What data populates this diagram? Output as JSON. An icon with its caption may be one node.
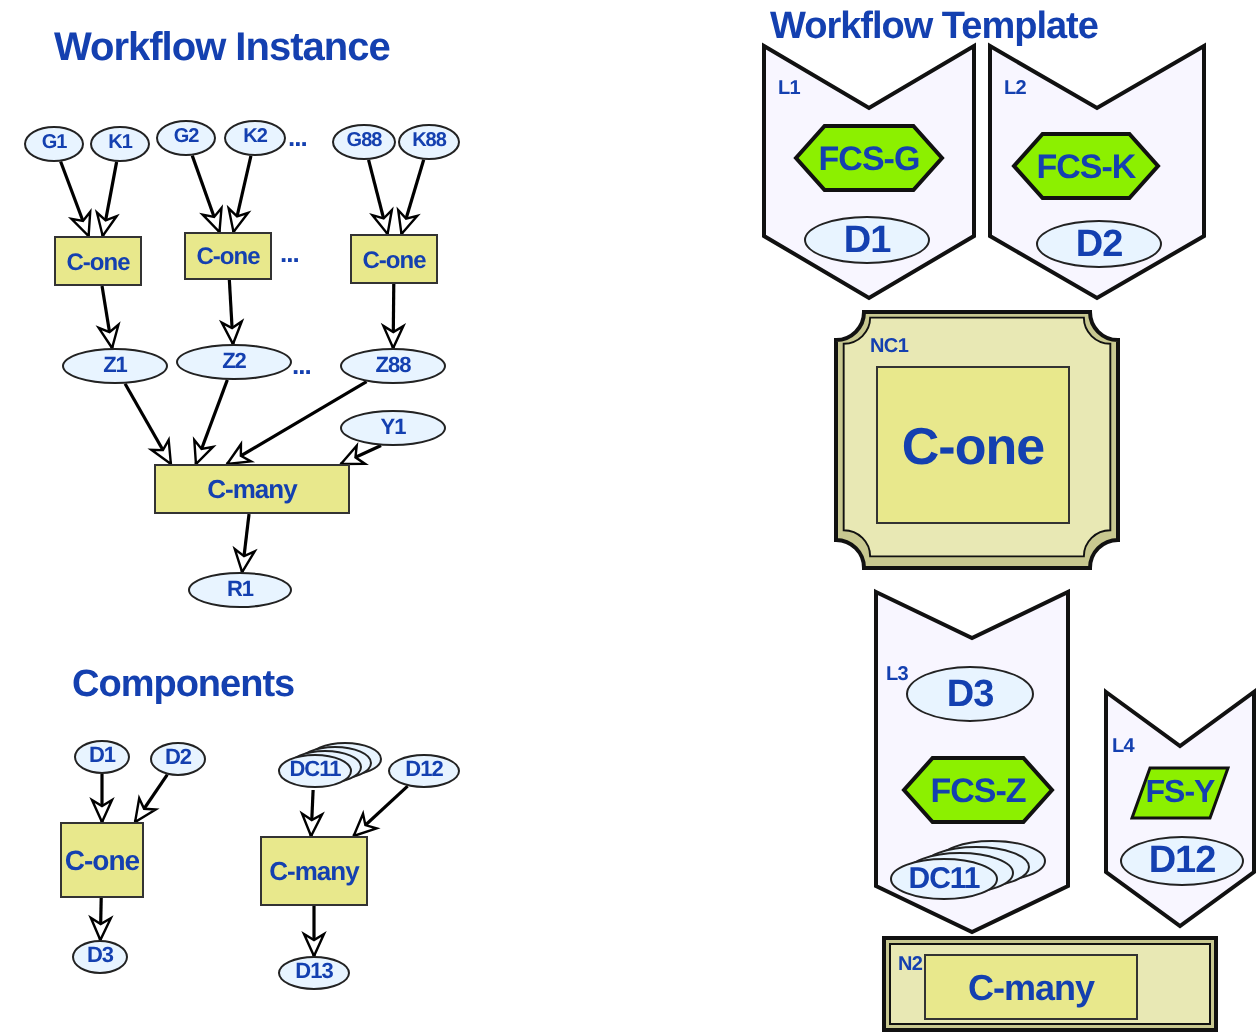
{
  "diagram": {
    "nodes": [
      {
        "text": [
          "G1"
        ]
      },
      {
        "text": [
          "K1"
        ]
      },
      {
        "text": [
          "G2"
        ]
      },
      {
        "text": [
          "K2"
        ]
      },
      {
        "text": [
          "G88"
        ]
      },
      {
        "text": [
          "K88"
        ]
      },
      {
        "text": [
          "C-one"
        ]
      },
      {
        "text": [
          "C-one"
        ]
      },
      {
        "text": [
          "C-one"
        ]
      },
      {
        "text": [
          "Z1"
        ]
      },
      {
        "text": [
          "Z2"
        ]
      },
      {
        "text": [
          "Z88"
        ]
      },
      {
        "text": [
          "Y1"
        ]
      },
      {
        "text": [
          "C-many"
        ]
      },
      {
        "text": [
          "R1"
        ]
      },
      {
        "text": [
          "D1"
        ]
      },
      {
        "text": [
          "D2"
        ]
      },
      {
        "text": [
          "C-one"
        ]
      },
      {
        "text": [
          "D3"
        ]
      },
      {
        "text": [
          "DC11"
        ]
      },
      {
        "text": [
          "D12"
        ]
      },
      {
        "text": [
          "C-many"
        ]
      },
      {
        "text": [
          "D13"
        ]
      },
      {
        "text": [
          "L1"
        ]
      },
      {
        "text": [
          "FCS-G"
        ],
        "in": 23
      },
      {
        "text": [
          "D1"
        ],
        "in": 23
      },
      {
        "text": [
          "L2"
        ]
      },
      {
        "text": [
          "FCS-K"
        ],
        "in": 26
      },
      {
        "text": [
          "D2"
        ],
        "in": 26
      },
      {
        "text": [
          "NC1"
        ]
      },
      {
        "text": [
          "C-one"
        ],
        "in": 29
      },
      {
        "text": [
          "L3"
        ]
      },
      {
        "text": [
          "D3"
        ],
        "in": 31
      },
      {
        "text": [
          "FCS-Z"
        ],
        "in": 31
      },
      {
        "text": [
          "DC11"
        ],
        "in": 31
      },
      {
        "text": [
          "L4"
        ]
      },
      {
        "text": [
          "FS-Y"
        ],
        "in": 35
      },
      {
        "text": [
          "D12"
        ],
        "in": 35
      },
      {
        "text": [
          "N2"
        ]
      },
      {
        "text": [
          "C-many"
        ],
        "in": 38
      }
    ],
    "edges": [
      {
        "from": 0,
        "to": 6,
        "arrow": "to"
      },
      {
        "from": 1,
        "to": 6,
        "arrow": "to"
      },
      {
        "from": 2,
        "to": 7,
        "arrow": "to"
      },
      {
        "from": 3,
        "to": 7,
        "arrow": "to"
      },
      {
        "from": 4,
        "to": 8,
        "arrow": "to"
      },
      {
        "from": 5,
        "to": 8,
        "arrow": "to"
      },
      {
        "from": 6,
        "to": 9,
        "arrow": "to"
      },
      {
        "from": 7,
        "to": 10,
        "arrow": "to"
      },
      {
        "from": 8,
        "to": 11,
        "arrow": "to"
      },
      {
        "from": 9,
        "to": 13,
        "arrow": "to"
      },
      {
        "from": 10,
        "to": 13,
        "arrow": "to"
      },
      {
        "from": 11,
        "to": 13,
        "arrow": "to"
      },
      {
        "from": 12,
        "to": 13,
        "arrow": "to"
      },
      {
        "from": 13,
        "to": 14,
        "arrow": "to"
      },
      {
        "from": 15,
        "to": 17,
        "arrow": "to"
      },
      {
        "from": 16,
        "to": 17,
        "arrow": "to"
      },
      {
        "from": 17,
        "to": 18,
        "arrow": "to"
      },
      {
        "from": 19,
        "to": 21,
        "arrow": "to"
      },
      {
        "from": 20,
        "to": 21,
        "arrow": "to"
      },
      {
        "from": 21,
        "to": 22,
        "arrow": "to"
      }
    ],
    "labels": [
      "Workflow Instance",
      "Workflow Template",
      "...",
      "...",
      "...",
      "Components"
    ]
  }
}
